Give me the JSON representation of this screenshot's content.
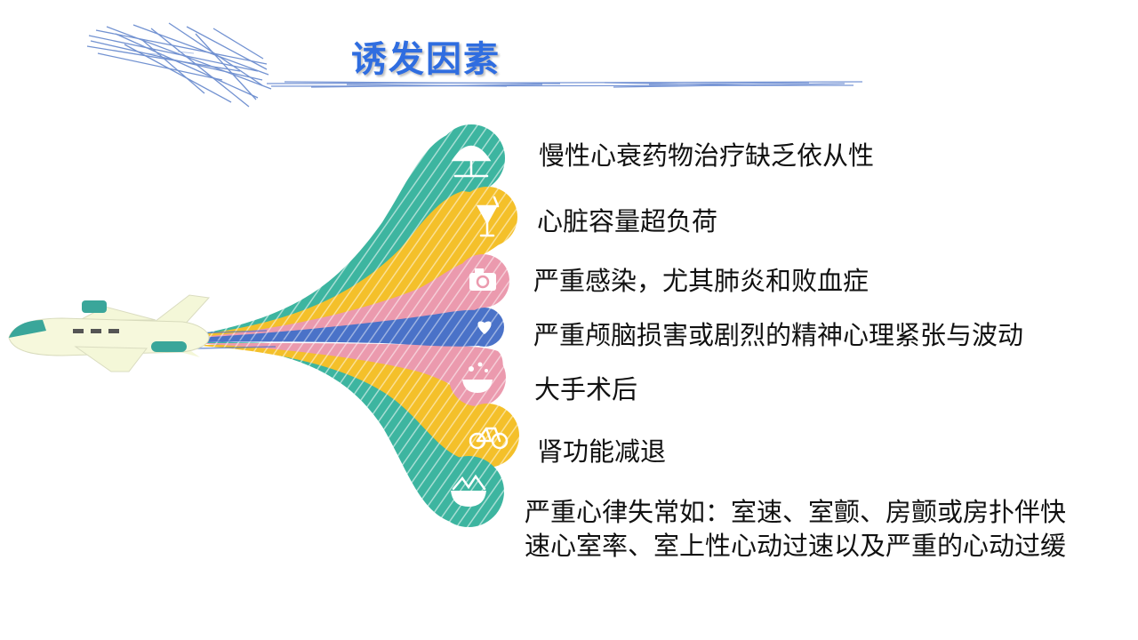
{
  "title": "诱发因素",
  "colors": {
    "title": "#2f6de0",
    "teal": "#3db5a0",
    "yellow": "#f4c02a",
    "pink": "#eb9aae",
    "blue": "#4a72c8"
  },
  "items": [
    {
      "text": "慢性心衰药物治疗缺乏依从性",
      "icon": "umbrella-icon"
    },
    {
      "text": "心脏容量超负荷",
      "icon": "cocktail-icon"
    },
    {
      "text": "严重感染，尤其肺炎和败血症",
      "icon": "camera-icon"
    },
    {
      "text": "严重颅脑损害或剧烈的精神心理紧张与波动",
      "icon": "heart-icon"
    },
    {
      "text": "大手术后",
      "icon": "bathtub-icon"
    },
    {
      "text": "肾功能减退",
      "icon": "bicycle-icon"
    },
    {
      "text": "严重心律失常如：室速、室颤、房颤或房扑伴快速心室率、室上性心动过速以及严重的心动过缓",
      "icon": "food-bowl-icon"
    }
  ]
}
